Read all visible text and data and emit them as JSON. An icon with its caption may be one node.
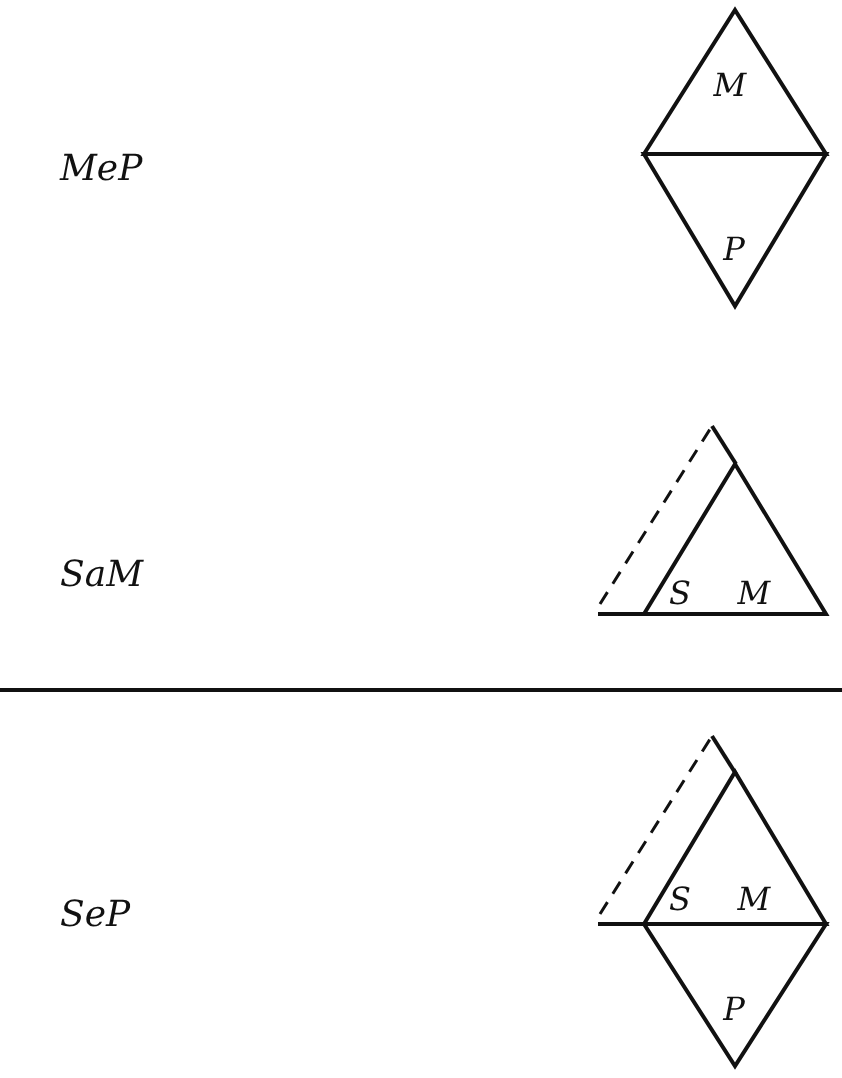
{
  "diagram": {
    "nodes": [
      {
        "text": [
          "M"
        ]
      },
      {
        "text": [
          "P"
        ]
      },
      {
        "text": [
          "S",
          "M"
        ]
      },
      {
        "text": [
          "S",
          "M"
        ]
      },
      {
        "text": [
          "P"
        ]
      }
    ],
    "labels": [
      "MeP",
      "SaM",
      "SeP"
    ]
  }
}
